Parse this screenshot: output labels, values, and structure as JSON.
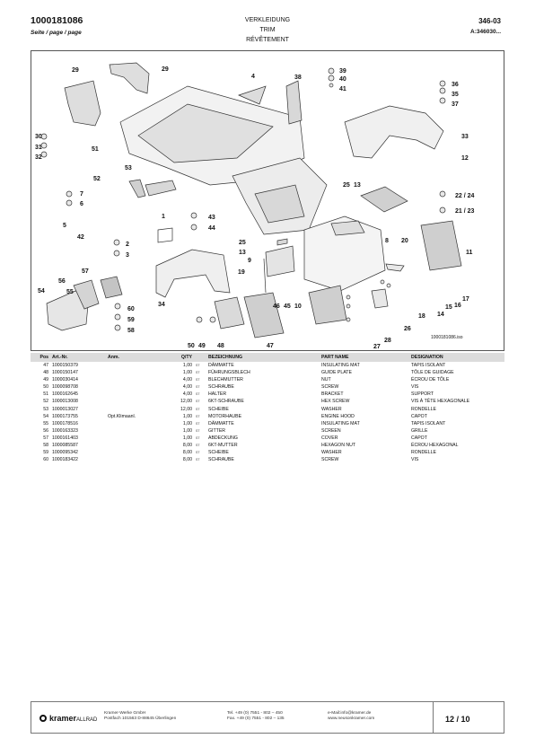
{
  "header": {
    "doc_number": "1000181086",
    "seite": "Seite / page / page",
    "title_de": "VERKLEIDUNG",
    "title_en": "TRIM",
    "title_fr": "RÉVÊTEMENT",
    "page_code": "346-03",
    "page_ref": "A:346030..."
  },
  "diagram": {
    "image_ref": "1000181086.iso",
    "callouts": [
      "29",
      "29",
      "4",
      "38",
      "39",
      "40",
      "41",
      "36",
      "35",
      "37",
      "30",
      "31",
      "32",
      "51",
      "53",
      "52",
      "33",
      "12",
      "7",
      "6",
      "5",
      "25",
      "13",
      "22 / 24",
      "21 / 23",
      "42",
      "1",
      "43",
      "44",
      "2",
      "3",
      "8",
      "20",
      "11",
      "25",
      "13",
      "9",
      "19",
      "57",
      "56",
      "54",
      "55",
      "34",
      "60",
      "59",
      "58",
      "46",
      "45",
      "10",
      "17",
      "16",
      "15",
      "14",
      "18",
      "26",
      "28",
      "27",
      "50",
      "49",
      "48",
      "47"
    ]
  },
  "table": {
    "headers": {
      "pos": "Pos",
      "art": "Art.-Nr.",
      "anm": "Anm.",
      "qty": "Q/TY",
      "bez": "BEZEICHNUNG",
      "part": "PART NAME",
      "des": "DESIGNATION"
    },
    "unit": "ST",
    "rows": [
      {
        "pos": "47",
        "art": "1000150379",
        "anm": "",
        "qty": "1,00",
        "bez": "DÄMMATTE",
        "part": "INSULATING MAT",
        "des": "TAPIS ISOLANT"
      },
      {
        "pos": "48",
        "art": "1000150147",
        "anm": "",
        "qty": "1,00",
        "bez": "FÜHRUNGSBLECH",
        "part": "GUIDE PLATE",
        "des": "TÔLE DE GUIDAGE"
      },
      {
        "pos": "49",
        "art": "1000030414",
        "anm": "",
        "qty": "4,00",
        "bez": "BLECHMUTTER",
        "part": "NUT",
        "des": "ÉCROU DE TÔLE"
      },
      {
        "pos": "50",
        "art": "1000098708",
        "anm": "",
        "qty": "4,00",
        "bez": "SCHRAUBE",
        "part": "SCREW",
        "des": "VIS"
      },
      {
        "pos": "51",
        "art": "1000162645",
        "anm": "",
        "qty": "4,00",
        "bez": "HALTER",
        "part": "BRACKET",
        "des": "SUPPORT"
      },
      {
        "pos": "52",
        "art": "1000013008",
        "anm": "",
        "qty": "12,00",
        "bez": "6KT-SCHRAUBE",
        "part": "HEX SCREW",
        "des": "VIS À TÊTE HEXAGONALE"
      },
      {
        "pos": "53",
        "art": "1000013027",
        "anm": "",
        "qty": "12,00",
        "bez": "SCHEIBE",
        "part": "WASHER",
        "des": "RONDELLE"
      },
      {
        "pos": "54",
        "art": "1000173755",
        "anm": "Opt.Klimaanl.",
        "qty": "1,00",
        "bez": "MOTORHAUBE",
        "part": "ENGINE HOOD",
        "des": "CAPOT"
      },
      {
        "pos": "55",
        "art": "1000178516",
        "anm": "",
        "qty": "1,00",
        "bez": "DÄMMATTE",
        "part": "INSULATING MAT",
        "des": "TAPIS ISOLANT"
      },
      {
        "pos": "56",
        "art": "1000163323",
        "anm": "",
        "qty": "1,00",
        "bez": "GITTER",
        "part": "SCREEN",
        "des": "GRILLE"
      },
      {
        "pos": "57",
        "art": "1000161403",
        "anm": "",
        "qty": "1,00",
        "bez": "ABDECKUNG",
        "part": "COVER",
        "des": "CAPOT"
      },
      {
        "pos": "58",
        "art": "1000085587",
        "anm": "",
        "qty": "8,00",
        "bez": "6KT-MUTTER",
        "part": "HEXAGON NUT",
        "des": "ÉCROU HEXAGONAL"
      },
      {
        "pos": "59",
        "art": "1000095342",
        "anm": "",
        "qty": "8,00",
        "bez": "SCHEIBE",
        "part": "WASHER",
        "des": "RONDELLE"
      },
      {
        "pos": "60",
        "art": "1000183422",
        "anm": "",
        "qty": "8,00",
        "bez": "SCHRAUBE",
        "part": "SCREW",
        "des": "VIS"
      }
    ]
  },
  "footer": {
    "logo_main": "kramer",
    "logo_sub": "ALLRAD",
    "company_line1": "Kramer-Werke GmbH",
    "company_line2": "Postfach 101563 D-88645 Überlingen",
    "tel": "Tel. +49 (0) 7551 - 802 – 450",
    "fax": "Fax. +49 (0) 7551 - 802 – 135",
    "email": "e-Mail:info@kramer.de",
    "web": "www.neusonkramer.com",
    "page": "12 / 10"
  }
}
